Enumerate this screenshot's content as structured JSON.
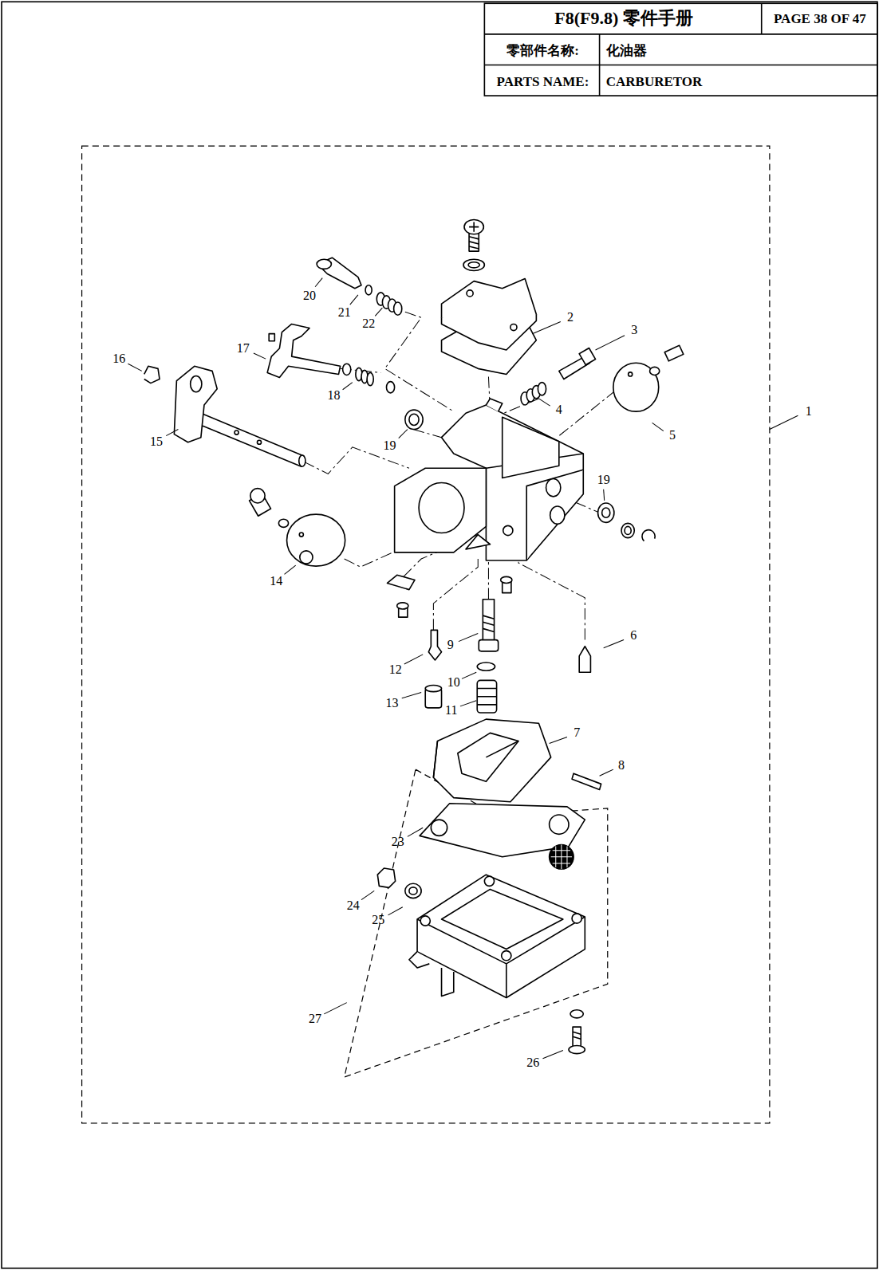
{
  "diagram": {
    "title": "F8(F9.8) 零件手册",
    "labels": [
      "PAGE 38 OF 47",
      "零部件名称:",
      "化油器",
      "PARTS NAME:",
      "CARBURETOR",
      "2",
      "3",
      "20",
      "21",
      "22",
      "17",
      "16",
      "18",
      "4",
      "5",
      "1",
      "19",
      "15",
      "19",
      "14",
      "12",
      "9",
      "6",
      "13",
      "10",
      "11",
      "7",
      "8",
      "23",
      "24",
      "25",
      "27",
      "26"
    ]
  }
}
